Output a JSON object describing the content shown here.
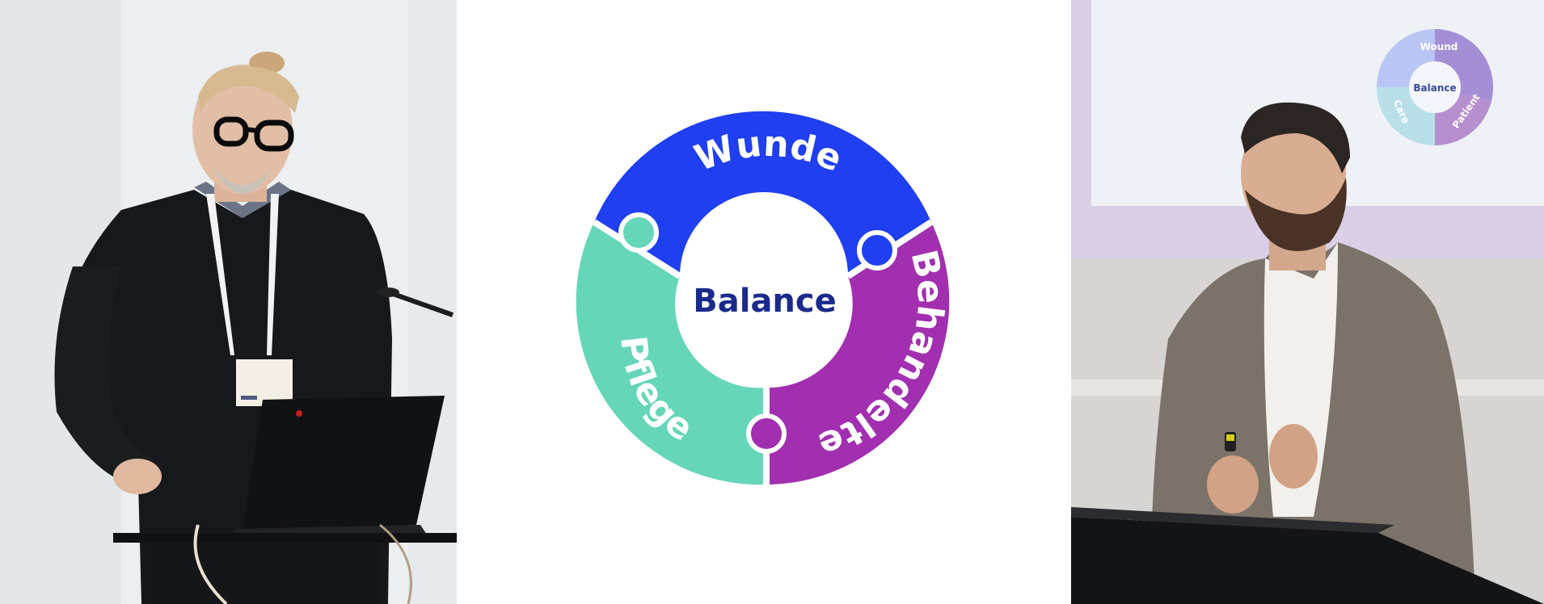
{
  "diagram": {
    "center_label": "Balance",
    "segments": [
      {
        "label": "Wunde",
        "color": "#1f3ff0"
      },
      {
        "label": "Behandelte",
        "color": "#a22fb0"
      },
      {
        "label": "Pflege",
        "color": "#66d6b8"
      }
    ]
  },
  "slide_diagram": {
    "center_label": "Balance",
    "labels": [
      "Wound",
      "Patient",
      "Care"
    ]
  }
}
